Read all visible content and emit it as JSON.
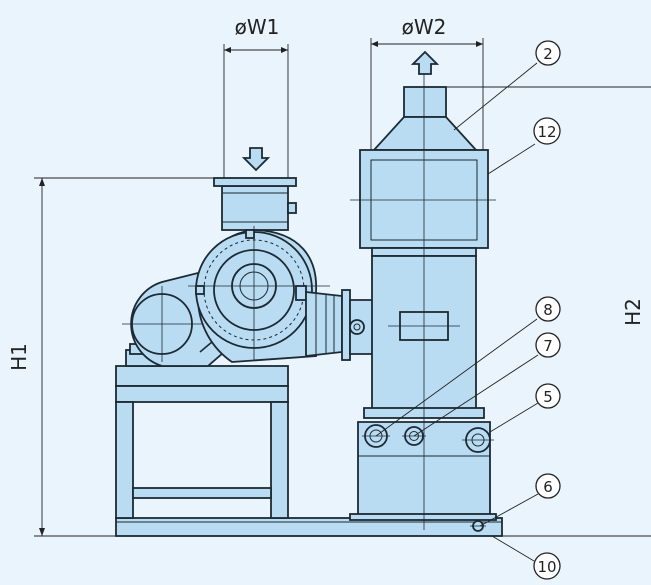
{
  "dimensions": {
    "w1": "øW1",
    "w2": "øW2",
    "h1": "H1",
    "h2": "H2"
  },
  "callouts": [
    {
      "id": "c2",
      "label": "2"
    },
    {
      "id": "c12",
      "label": "12"
    },
    {
      "id": "c8",
      "label": "8"
    },
    {
      "id": "c7",
      "label": "7"
    },
    {
      "id": "c5",
      "label": "5"
    },
    {
      "id": "c6",
      "label": "6"
    },
    {
      "id": "c10",
      "label": "10"
    }
  ],
  "colors": {
    "body_fill": "#b9dcf3",
    "background": "#e9f4fc",
    "line": "#1c2a33"
  },
  "icons": {
    "inlet_arrow": "arrow-down-icon",
    "outlet_arrow": "arrow-up-icon"
  }
}
